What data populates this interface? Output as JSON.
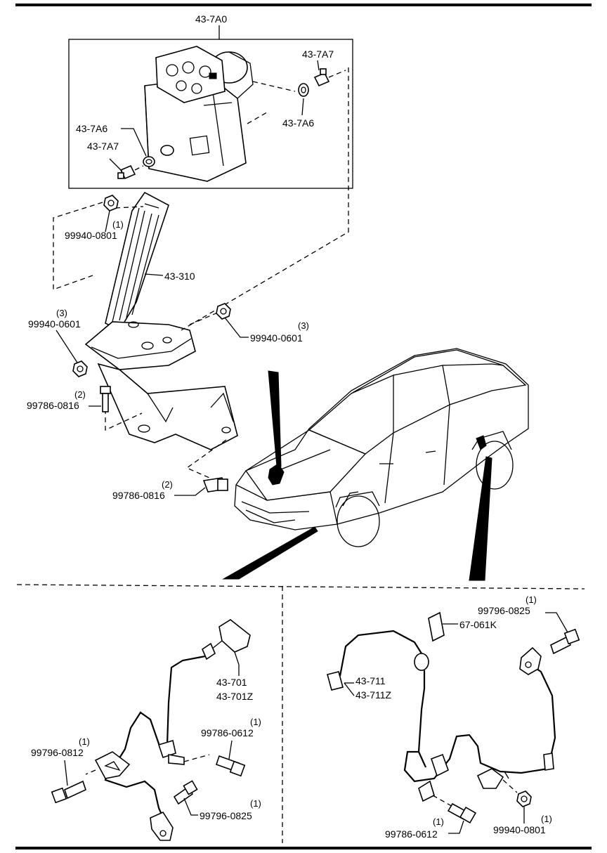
{
  "labels": {
    "hcu_assembly": "43-7A0",
    "nipple_right": "43-7A7",
    "seal_right": "43-7A6",
    "seal_left": "43-7A6",
    "nipple_left": "43-7A7",
    "bracket": "43-310",
    "nut_bracket_top": {
      "qty": "(1)",
      "part": "99940-0801"
    },
    "nut_bracket_left": {
      "qty": "(3)",
      "part": "99940-0601"
    },
    "nut_bracket_right": {
      "qty": "(3)",
      "part": "99940-0601"
    },
    "bolt_bracket_left": {
      "qty": "(2)",
      "part": "99786-0816"
    },
    "bolt_bracket_bottom": {
      "qty": "(2)",
      "part": "99786-0816"
    },
    "front_sensor": [
      "43-701",
      "43-701Z"
    ],
    "front_bolt_mid": {
      "qty": "(1)",
      "part": "99786-0612"
    },
    "front_bolt_left": {
      "qty": "(1)",
      "part": "99796-0812"
    },
    "front_bolt_bottom": {
      "qty": "(1)",
      "part": "99796-0825"
    },
    "rear_bolt_top": {
      "qty": "(1)",
      "part": "99796-0825"
    },
    "rear_clip": "67-061K",
    "rear_sensor": [
      "43-711",
      "43-711Z"
    ],
    "rear_bolt_bottom": {
      "qty": "(1)",
      "part": "99786-0612"
    },
    "rear_nut_bottom": {
      "qty": "(1)",
      "part": "99940-0801"
    }
  }
}
